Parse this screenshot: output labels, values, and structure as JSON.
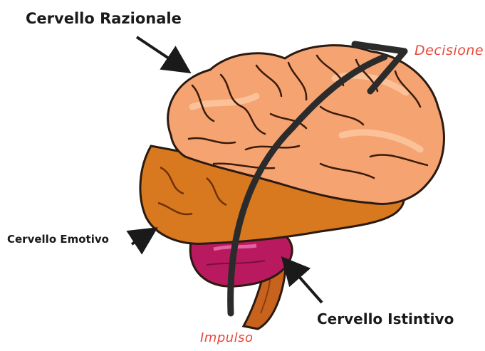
{
  "labels": {
    "rational_brain": "Cervello Razionale",
    "emotive_brain": "Cervello Emotivo",
    "instinctive_brain": "Cervello Istintivo",
    "decision": "Decisione",
    "impulse": "Impulso"
  },
  "colors": {
    "cortex": "#f6a372",
    "cortex_light": "#fbc29a",
    "limbic": "#d8781f",
    "cerebellum": "#b9195e",
    "brainstem": "#c8631e",
    "outline": "#2a1a10",
    "arrow": "#2b2b2b",
    "accent_text": "#e8483a"
  }
}
